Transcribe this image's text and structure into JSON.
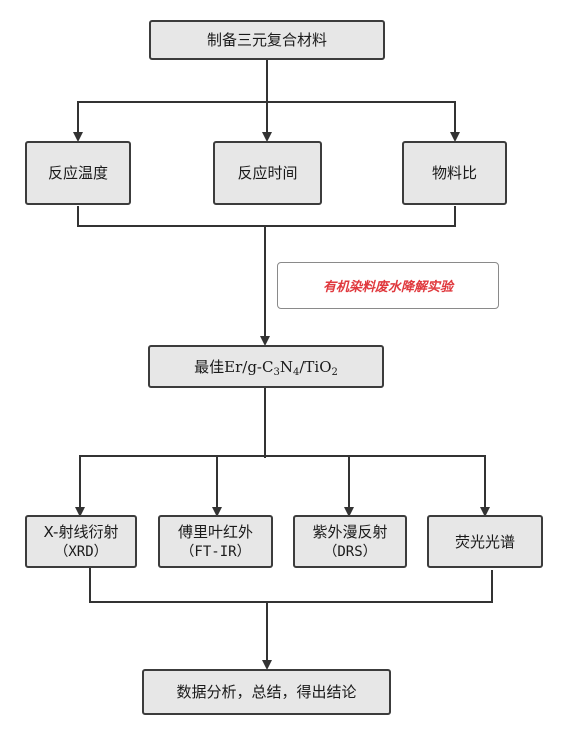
{
  "colors": {
    "box_fill": "#e7e7e7",
    "box_border": "#3c3c3c",
    "note_text": "#e0393e",
    "line": "#333333"
  },
  "top": {
    "label": "制备三元复合材料"
  },
  "factors": [
    {
      "label": "反应温度"
    },
    {
      "label": "反应时间"
    },
    {
      "label": "物料比"
    }
  ],
  "experiment_note": "有机染料废水降解实验",
  "optimal": {
    "prefix": "最佳",
    "formula": {
      "a": "Er/g-C",
      "s1": "3",
      "b": "N",
      "s2": "4",
      "c": "/TiO",
      "s3": "2"
    }
  },
  "characterizations": [
    {
      "line1": "X-射线衍射",
      "line2": "（XRD）"
    },
    {
      "line1": "傅里叶红外",
      "line2": "（FT-IR）"
    },
    {
      "line1": "紫外漫反射",
      "line2": "（DRS）"
    },
    {
      "line1": "荧光光谱",
      "line2": ""
    }
  ],
  "conclusion": "数据分析，总结，得出结论"
}
